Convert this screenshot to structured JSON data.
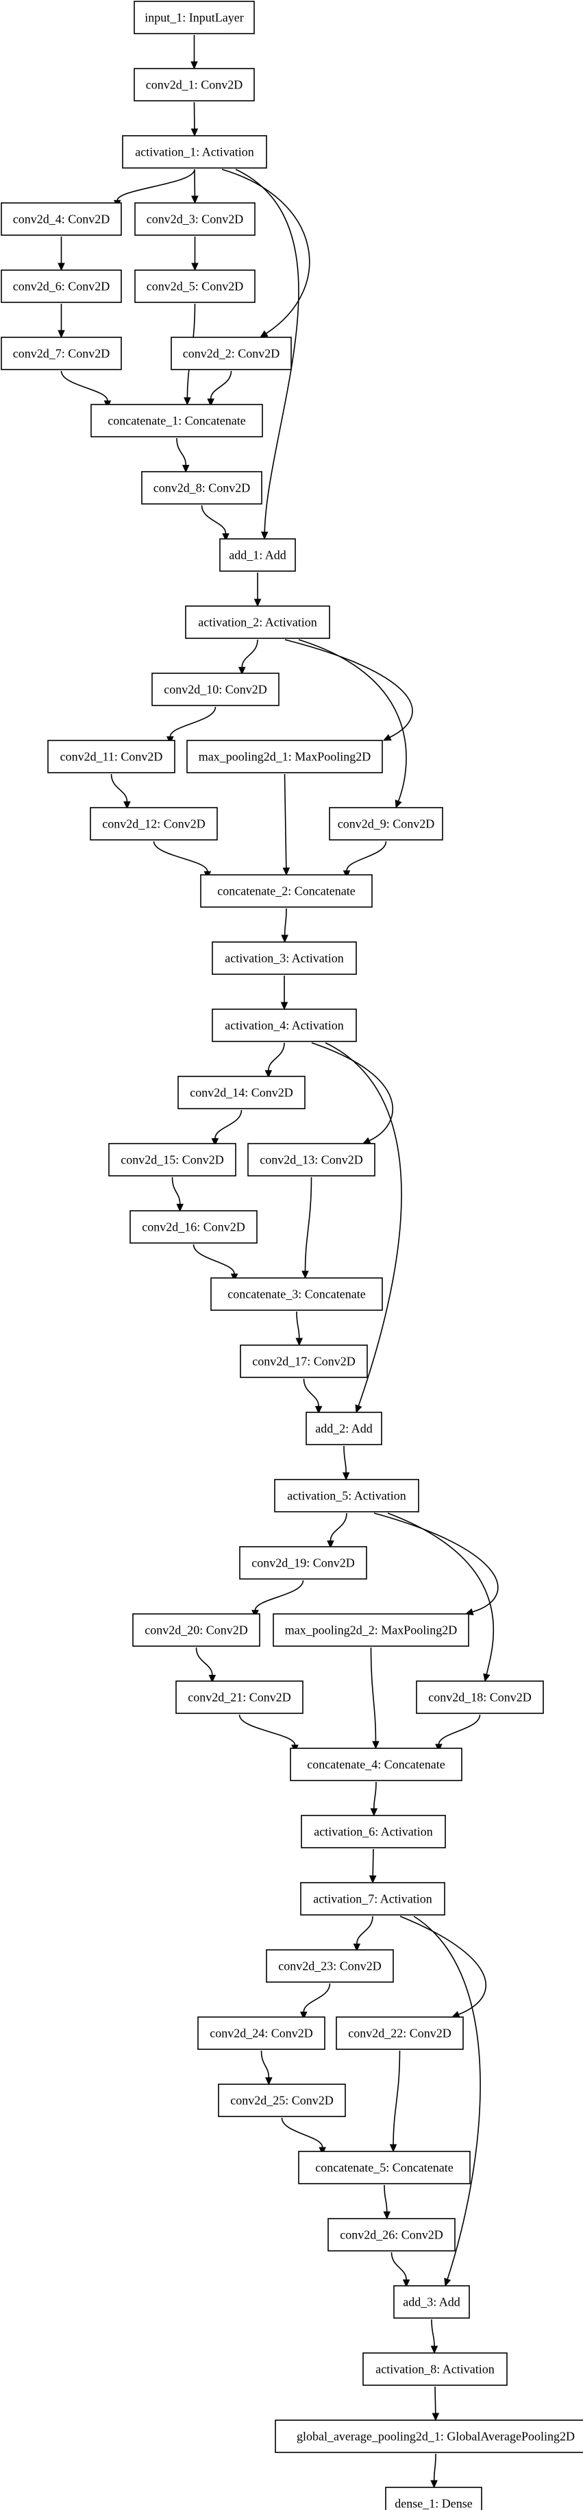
{
  "diagram": {
    "nodes": [
      {
        "id": "input_1",
        "label": "input_1: InputLayer"
      },
      {
        "id": "conv2d_1",
        "label": "conv2d_1: Conv2D"
      },
      {
        "id": "activation_1",
        "label": "activation_1: Activation"
      },
      {
        "id": "conv2d_4",
        "label": "conv2d_4: Conv2D"
      },
      {
        "id": "conv2d_3",
        "label": "conv2d_3: Conv2D"
      },
      {
        "id": "conv2d_6",
        "label": "conv2d_6: Conv2D"
      },
      {
        "id": "conv2d_5",
        "label": "conv2d_5: Conv2D"
      },
      {
        "id": "conv2d_7",
        "label": "conv2d_7: Conv2D"
      },
      {
        "id": "conv2d_2",
        "label": "conv2d_2: Conv2D"
      },
      {
        "id": "concatenate_1",
        "label": "concatenate_1: Concatenate"
      },
      {
        "id": "conv2d_8",
        "label": "conv2d_8: Conv2D"
      },
      {
        "id": "add_1",
        "label": "add_1: Add"
      },
      {
        "id": "activation_2",
        "label": "activation_2: Activation"
      },
      {
        "id": "conv2d_10",
        "label": "conv2d_10: Conv2D"
      },
      {
        "id": "conv2d_11",
        "label": "conv2d_11: Conv2D"
      },
      {
        "id": "max_pooling2d_1",
        "label": "max_pooling2d_1: MaxPooling2D"
      },
      {
        "id": "conv2d_12",
        "label": "conv2d_12: Conv2D"
      },
      {
        "id": "conv2d_9",
        "label": "conv2d_9: Conv2D"
      },
      {
        "id": "concatenate_2",
        "label": "concatenate_2: Concatenate"
      },
      {
        "id": "activation_3",
        "label": "activation_3: Activation"
      },
      {
        "id": "activation_4",
        "label": "activation_4: Activation"
      },
      {
        "id": "conv2d_14",
        "label": "conv2d_14: Conv2D"
      },
      {
        "id": "conv2d_15",
        "label": "conv2d_15: Conv2D"
      },
      {
        "id": "conv2d_13",
        "label": "conv2d_13: Conv2D"
      },
      {
        "id": "conv2d_16",
        "label": "conv2d_16: Conv2D"
      },
      {
        "id": "concatenate_3",
        "label": "concatenate_3: Concatenate"
      },
      {
        "id": "conv2d_17",
        "label": "conv2d_17: Conv2D"
      },
      {
        "id": "add_2",
        "label": "add_2: Add"
      },
      {
        "id": "activation_5",
        "label": "activation_5: Activation"
      },
      {
        "id": "conv2d_19",
        "label": "conv2d_19: Conv2D"
      },
      {
        "id": "conv2d_20",
        "label": "conv2d_20: Conv2D"
      },
      {
        "id": "max_pooling2d_2",
        "label": "max_pooling2d_2: MaxPooling2D"
      },
      {
        "id": "conv2d_21",
        "label": "conv2d_21: Conv2D"
      },
      {
        "id": "conv2d_18",
        "label": "conv2d_18: Conv2D"
      },
      {
        "id": "concatenate_4",
        "label": "concatenate_4: Concatenate"
      },
      {
        "id": "activation_6",
        "label": "activation_6: Activation"
      },
      {
        "id": "activation_7",
        "label": "activation_7: Activation"
      },
      {
        "id": "conv2d_23",
        "label": "conv2d_23: Conv2D"
      },
      {
        "id": "conv2d_24",
        "label": "conv2d_24: Conv2D"
      },
      {
        "id": "conv2d_22",
        "label": "conv2d_22: Conv2D"
      },
      {
        "id": "conv2d_25",
        "label": "conv2d_25: Conv2D"
      },
      {
        "id": "concatenate_5",
        "label": "concatenate_5: Concatenate"
      },
      {
        "id": "conv2d_26",
        "label": "conv2d_26: Conv2D"
      },
      {
        "id": "add_3",
        "label": "add_3: Add"
      },
      {
        "id": "activation_8",
        "label": "activation_8: Activation"
      },
      {
        "id": "global_average_pooling2d_1",
        "label": "global_average_pooling2d_1: GlobalAveragePooling2D"
      },
      {
        "id": "dense_1",
        "label": "dense_1: Dense"
      }
    ],
    "edges": [
      {
        "from": "input_1",
        "to": "conv2d_1"
      },
      {
        "from": "conv2d_1",
        "to": "activation_1"
      },
      {
        "from": "activation_1",
        "to": "conv2d_4"
      },
      {
        "from": "activation_1",
        "to": "conv2d_3"
      },
      {
        "from": "activation_1",
        "to": "conv2d_2"
      },
      {
        "from": "activation_1",
        "to": "add_1"
      },
      {
        "from": "conv2d_4",
        "to": "conv2d_6"
      },
      {
        "from": "conv2d_6",
        "to": "conv2d_7"
      },
      {
        "from": "conv2d_3",
        "to": "conv2d_5"
      },
      {
        "from": "conv2d_7",
        "to": "concatenate_1"
      },
      {
        "from": "conv2d_5",
        "to": "concatenate_1"
      },
      {
        "from": "conv2d_2",
        "to": "concatenate_1"
      },
      {
        "from": "concatenate_1",
        "to": "conv2d_8"
      },
      {
        "from": "conv2d_8",
        "to": "add_1"
      },
      {
        "from": "add_1",
        "to": "activation_2"
      },
      {
        "from": "activation_2",
        "to": "conv2d_10"
      },
      {
        "from": "activation_2",
        "to": "max_pooling2d_1"
      },
      {
        "from": "activation_2",
        "to": "conv2d_9"
      },
      {
        "from": "conv2d_10",
        "to": "conv2d_11"
      },
      {
        "from": "conv2d_11",
        "to": "conv2d_12"
      },
      {
        "from": "conv2d_12",
        "to": "concatenate_2"
      },
      {
        "from": "max_pooling2d_1",
        "to": "concatenate_2"
      },
      {
        "from": "conv2d_9",
        "to": "concatenate_2"
      },
      {
        "from": "concatenate_2",
        "to": "activation_3"
      },
      {
        "from": "activation_3",
        "to": "activation_4"
      },
      {
        "from": "activation_4",
        "to": "conv2d_14"
      },
      {
        "from": "activation_4",
        "to": "conv2d_13"
      },
      {
        "from": "activation_4",
        "to": "add_2"
      },
      {
        "from": "conv2d_14",
        "to": "conv2d_15"
      },
      {
        "from": "conv2d_15",
        "to": "conv2d_16"
      },
      {
        "from": "conv2d_16",
        "to": "concatenate_3"
      },
      {
        "from": "conv2d_13",
        "to": "concatenate_3"
      },
      {
        "from": "concatenate_3",
        "to": "conv2d_17"
      },
      {
        "from": "conv2d_17",
        "to": "add_2"
      },
      {
        "from": "add_2",
        "to": "activation_5"
      },
      {
        "from": "activation_5",
        "to": "conv2d_19"
      },
      {
        "from": "activation_5",
        "to": "max_pooling2d_2"
      },
      {
        "from": "activation_5",
        "to": "conv2d_18"
      },
      {
        "from": "conv2d_19",
        "to": "conv2d_20"
      },
      {
        "from": "conv2d_20",
        "to": "conv2d_21"
      },
      {
        "from": "conv2d_21",
        "to": "concatenate_4"
      },
      {
        "from": "max_pooling2d_2",
        "to": "concatenate_4"
      },
      {
        "from": "conv2d_18",
        "to": "concatenate_4"
      },
      {
        "from": "concatenate_4",
        "to": "activation_6"
      },
      {
        "from": "activation_6",
        "to": "activation_7"
      },
      {
        "from": "activation_7",
        "to": "conv2d_23"
      },
      {
        "from": "activation_7",
        "to": "conv2d_22"
      },
      {
        "from": "activation_7",
        "to": "add_3"
      },
      {
        "from": "conv2d_23",
        "to": "conv2d_24"
      },
      {
        "from": "conv2d_24",
        "to": "conv2d_25"
      },
      {
        "from": "conv2d_25",
        "to": "concatenate_5"
      },
      {
        "from": "conv2d_22",
        "to": "concatenate_5"
      },
      {
        "from": "concatenate_5",
        "to": "conv2d_26"
      },
      {
        "from": "conv2d_26",
        "to": "add_3"
      },
      {
        "from": "add_3",
        "to": "activation_8"
      },
      {
        "from": "activation_8",
        "to": "global_average_pooling2d_1"
      },
      {
        "from": "global_average_pooling2d_1",
        "to": "dense_1"
      }
    ]
  }
}
